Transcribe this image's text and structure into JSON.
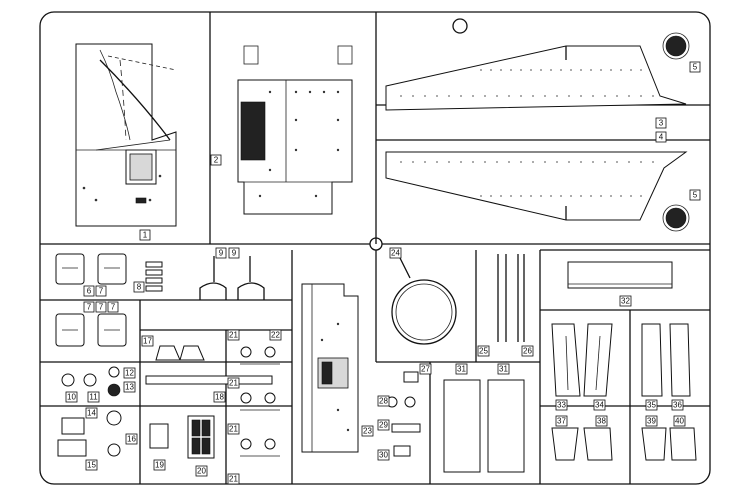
{
  "part_numbers": [
    "1",
    "2",
    "3",
    "4",
    "5",
    "5",
    "6",
    "7",
    "7",
    "7",
    "7",
    "8",
    "9",
    "9",
    "10",
    "11",
    "12",
    "13",
    "14",
    "15",
    "16",
    "17",
    "18",
    "19",
    "20",
    "21",
    "21",
    "21",
    "21",
    "22",
    "23",
    "24",
    "25",
    "26",
    "27",
    "28",
    "29",
    "30",
    "31",
    "31",
    "32",
    "33",
    "34",
    "35",
    "36",
    "37",
    "38",
    "39",
    "40"
  ]
}
